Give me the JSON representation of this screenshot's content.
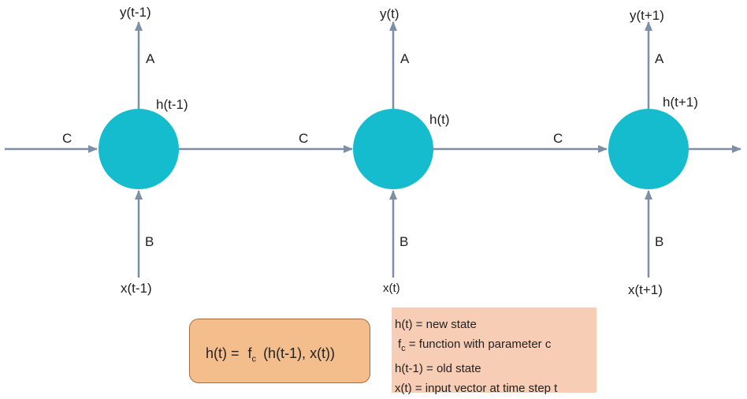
{
  "cells": [
    {
      "output": "y(t-1)",
      "input": "x(t-1)",
      "hidden": "h(t-1)"
    },
    {
      "output": "y(t)",
      "input": "x(t)",
      "hidden": "h(t)"
    },
    {
      "output": "y(t+1)",
      "input": "x(t+1)",
      "hidden": "h(t+1)"
    }
  ],
  "weights": {
    "output": "A",
    "input": "B",
    "recurrent": "C"
  },
  "formula": {
    "lhs": "h(t) =",
    "f": "f",
    "f_sub": "c",
    "args": "(h(t-1), x(t))"
  },
  "legend": [
    {
      "term": "h(t)",
      "text": "= new state"
    },
    {
      "term": "f",
      "sub": "c",
      "text": "= function with parameter c"
    },
    {
      "term": "h(t-1)",
      "text": " = old state"
    },
    {
      "term": "x(t)",
      "text": "= input vector at time step t"
    }
  ],
  "colors": {
    "node": "#14bccd",
    "arrow": "#7d8fa6",
    "formula_bg": "#f3bd8c",
    "legend_bg": "#f8cdb5"
  }
}
